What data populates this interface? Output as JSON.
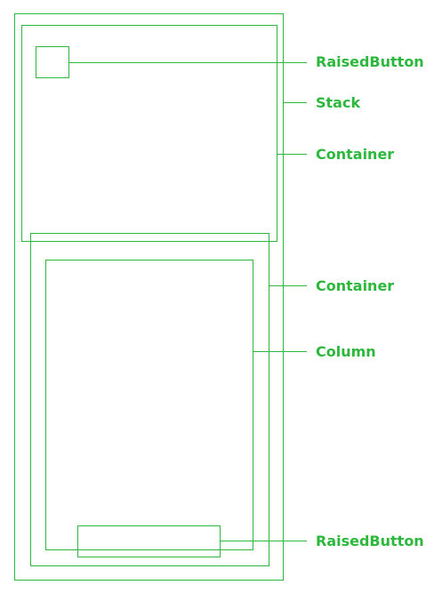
{
  "colors": {
    "outline": "#2db83d",
    "label": "#2db83d",
    "background": "#ffffff"
  },
  "labels": {
    "raised_button_top": "RaisedButton",
    "stack": "Stack",
    "container_top": "Container",
    "container_bottom": "Container",
    "column": "Column",
    "raised_button_bottom": "RaisedButton"
  }
}
